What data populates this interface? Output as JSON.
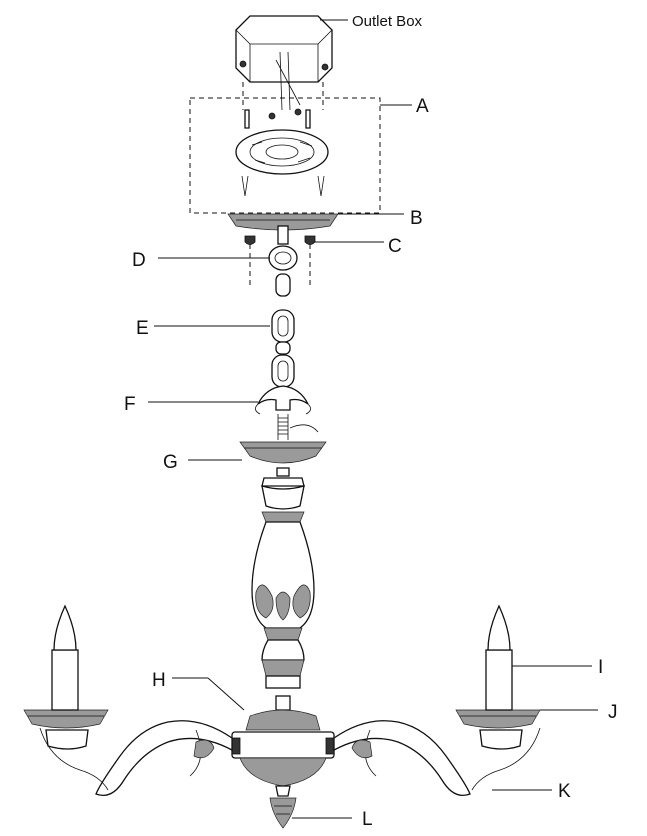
{
  "diagram": {
    "labels": {
      "outlet_box": "Outlet  Box",
      "A": "A",
      "B": "B",
      "C": "C",
      "D": "D",
      "E": "E",
      "F": "F",
      "G": "G",
      "H": "H",
      "I": "I",
      "J": "J",
      "K": "K",
      "L": "L"
    }
  }
}
